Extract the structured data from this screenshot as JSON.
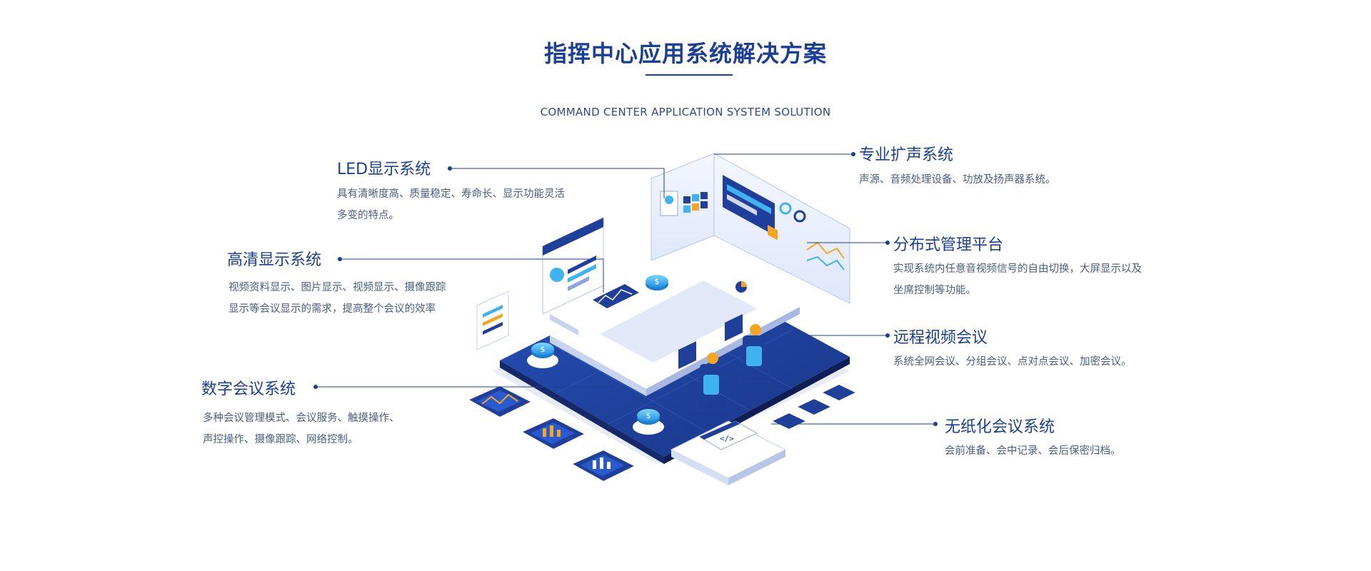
{
  "header": {
    "title": "指挥中心应用系统解决方案",
    "subtitle": "COMMAND CENTER APPLICATION SYSTEM SOLUTION"
  },
  "features": {
    "led": {
      "title": "LED显示系统",
      "desc_line1": "具有清晰度高、质量稳定、寿命长、显示功能灵活",
      "desc_line2": "多变的特点。"
    },
    "hd": {
      "title": "高清显示系统",
      "desc_line1": "视频资料显示、图片显示、视频显示、摄像跟踪",
      "desc_line2": "显示等会议显示的需求，提高整个会议的效率"
    },
    "digital": {
      "title": "数字会议系统",
      "desc_line1": "多种会议管理模式、会议服务、触摸操作、",
      "desc_line2": "声控操作、摄像跟踪、网络控制。"
    },
    "audio": {
      "title": "专业扩声系统",
      "desc_line1": "声源、音频处理设备、功放及扬声器系统。"
    },
    "distributed": {
      "title": "分布式管理平台",
      "desc_line1": "实现系统内任意音视频信号的自由切换，大屏显示以及",
      "desc_line2": "坐席控制等功能。"
    },
    "remote": {
      "title": "远程视频会议",
      "desc_line1": "系统全网会议、分组会议、点对点会议、加密会议。"
    },
    "paperless": {
      "title": "无纸化会议系统",
      "desc_line1": "会前准备、会中记录、会后保密归档。"
    }
  },
  "colors": {
    "brand": "#1a3f95",
    "text": "#4a5e80",
    "accent_orange": "#f5a623",
    "accent_cyan": "#3fb3f0",
    "floor_dark": "#1f3f9a"
  },
  "icons": {
    "code": "code-icon",
    "dollar": "dollar-coin-icon",
    "chart": "bar-chart-icon",
    "pie": "pie-chart-icon"
  }
}
